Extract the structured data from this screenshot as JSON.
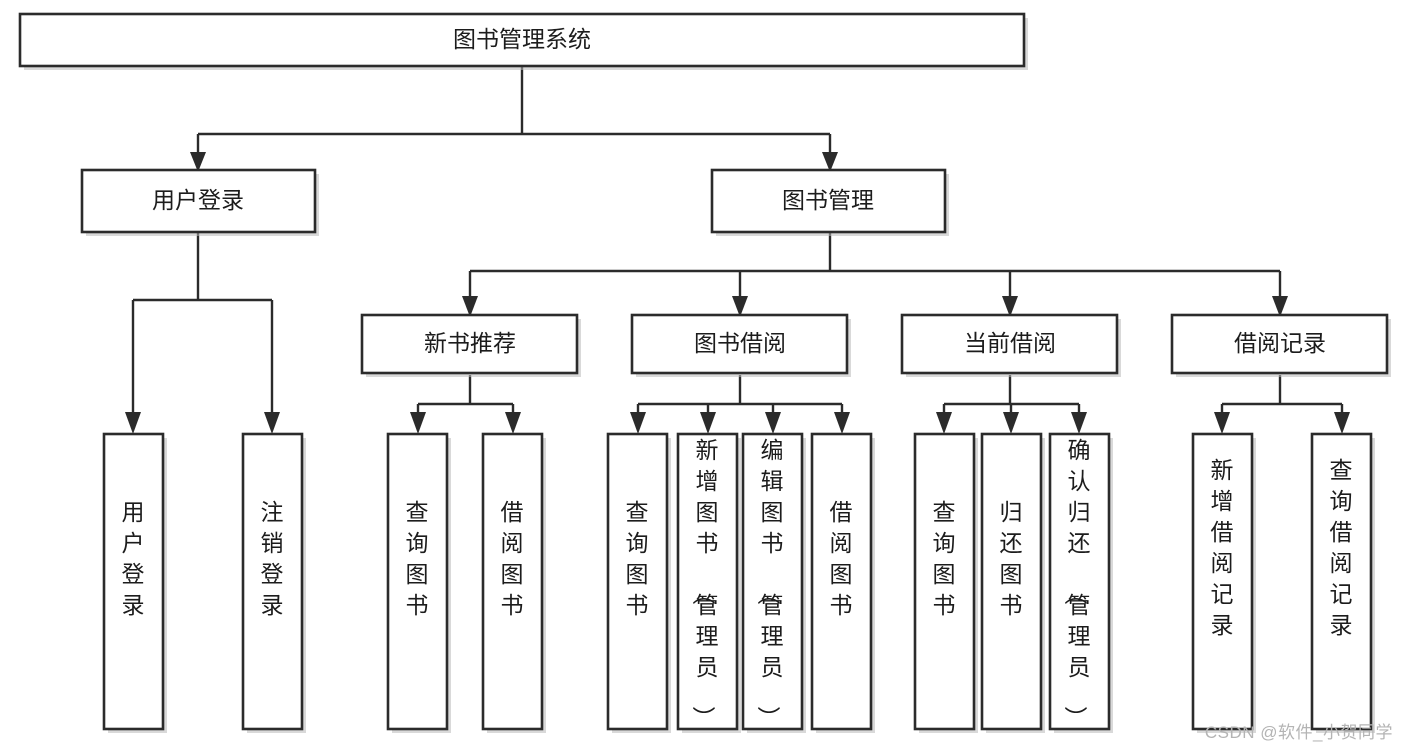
{
  "diagram": {
    "type": "tree-hierarchy",
    "title": "图书管理系统",
    "orientation": "top-down",
    "colors": {
      "box_fill": "#ffffff",
      "box_stroke": "#2b2b2b",
      "text": "#1c1c1c",
      "shadow": "#b9b9b9",
      "watermark": "#b4b4b4"
    },
    "root": {
      "id": "root",
      "label": "图书管理系统"
    },
    "level2": [
      {
        "id": "user-login",
        "label": "用户登录"
      },
      {
        "id": "book-manage",
        "label": "图书管理"
      }
    ],
    "level3": [
      {
        "id": "new-book-rec",
        "label": "新书推荐",
        "parent": "book-manage"
      },
      {
        "id": "book-borrow",
        "label": "图书借阅",
        "parent": "book-manage"
      },
      {
        "id": "current-borrow",
        "label": "当前借阅",
        "parent": "book-manage"
      },
      {
        "id": "borrow-record",
        "label": "借阅记录",
        "parent": "book-manage"
      }
    ],
    "leaves": [
      {
        "id": "leaf-user-login",
        "label": "用户登录",
        "parent": "user-login"
      },
      {
        "id": "leaf-logout",
        "label": "注销登录",
        "parent": "user-login"
      },
      {
        "id": "leaf-query-book-1",
        "label": "查询图书",
        "parent": "new-book-rec"
      },
      {
        "id": "leaf-borrow-book-1",
        "label": "借阅图书",
        "parent": "new-book-rec"
      },
      {
        "id": "leaf-query-book-2",
        "label": "查询图书",
        "parent": "book-borrow"
      },
      {
        "id": "leaf-add-book",
        "label": "新增图书（管理员）",
        "parent": "book-borrow"
      },
      {
        "id": "leaf-edit-book",
        "label": "编辑图书（管理员）",
        "parent": "book-borrow"
      },
      {
        "id": "leaf-borrow-book-2",
        "label": "借阅图书",
        "parent": "book-borrow"
      },
      {
        "id": "leaf-query-book-3",
        "label": "查询图书",
        "parent": "current-borrow"
      },
      {
        "id": "leaf-return-book",
        "label": "归还图书",
        "parent": "current-borrow"
      },
      {
        "id": "leaf-confirm-return",
        "label": "确认归还（管理员）",
        "parent": "current-borrow"
      },
      {
        "id": "leaf-add-record",
        "label": "新增借阅记录",
        "parent": "borrow-record"
      },
      {
        "id": "leaf-query-record",
        "label": "查询借阅记录",
        "parent": "borrow-record"
      }
    ]
  },
  "watermark": {
    "text": "CSDN @软件_小贺同学"
  }
}
